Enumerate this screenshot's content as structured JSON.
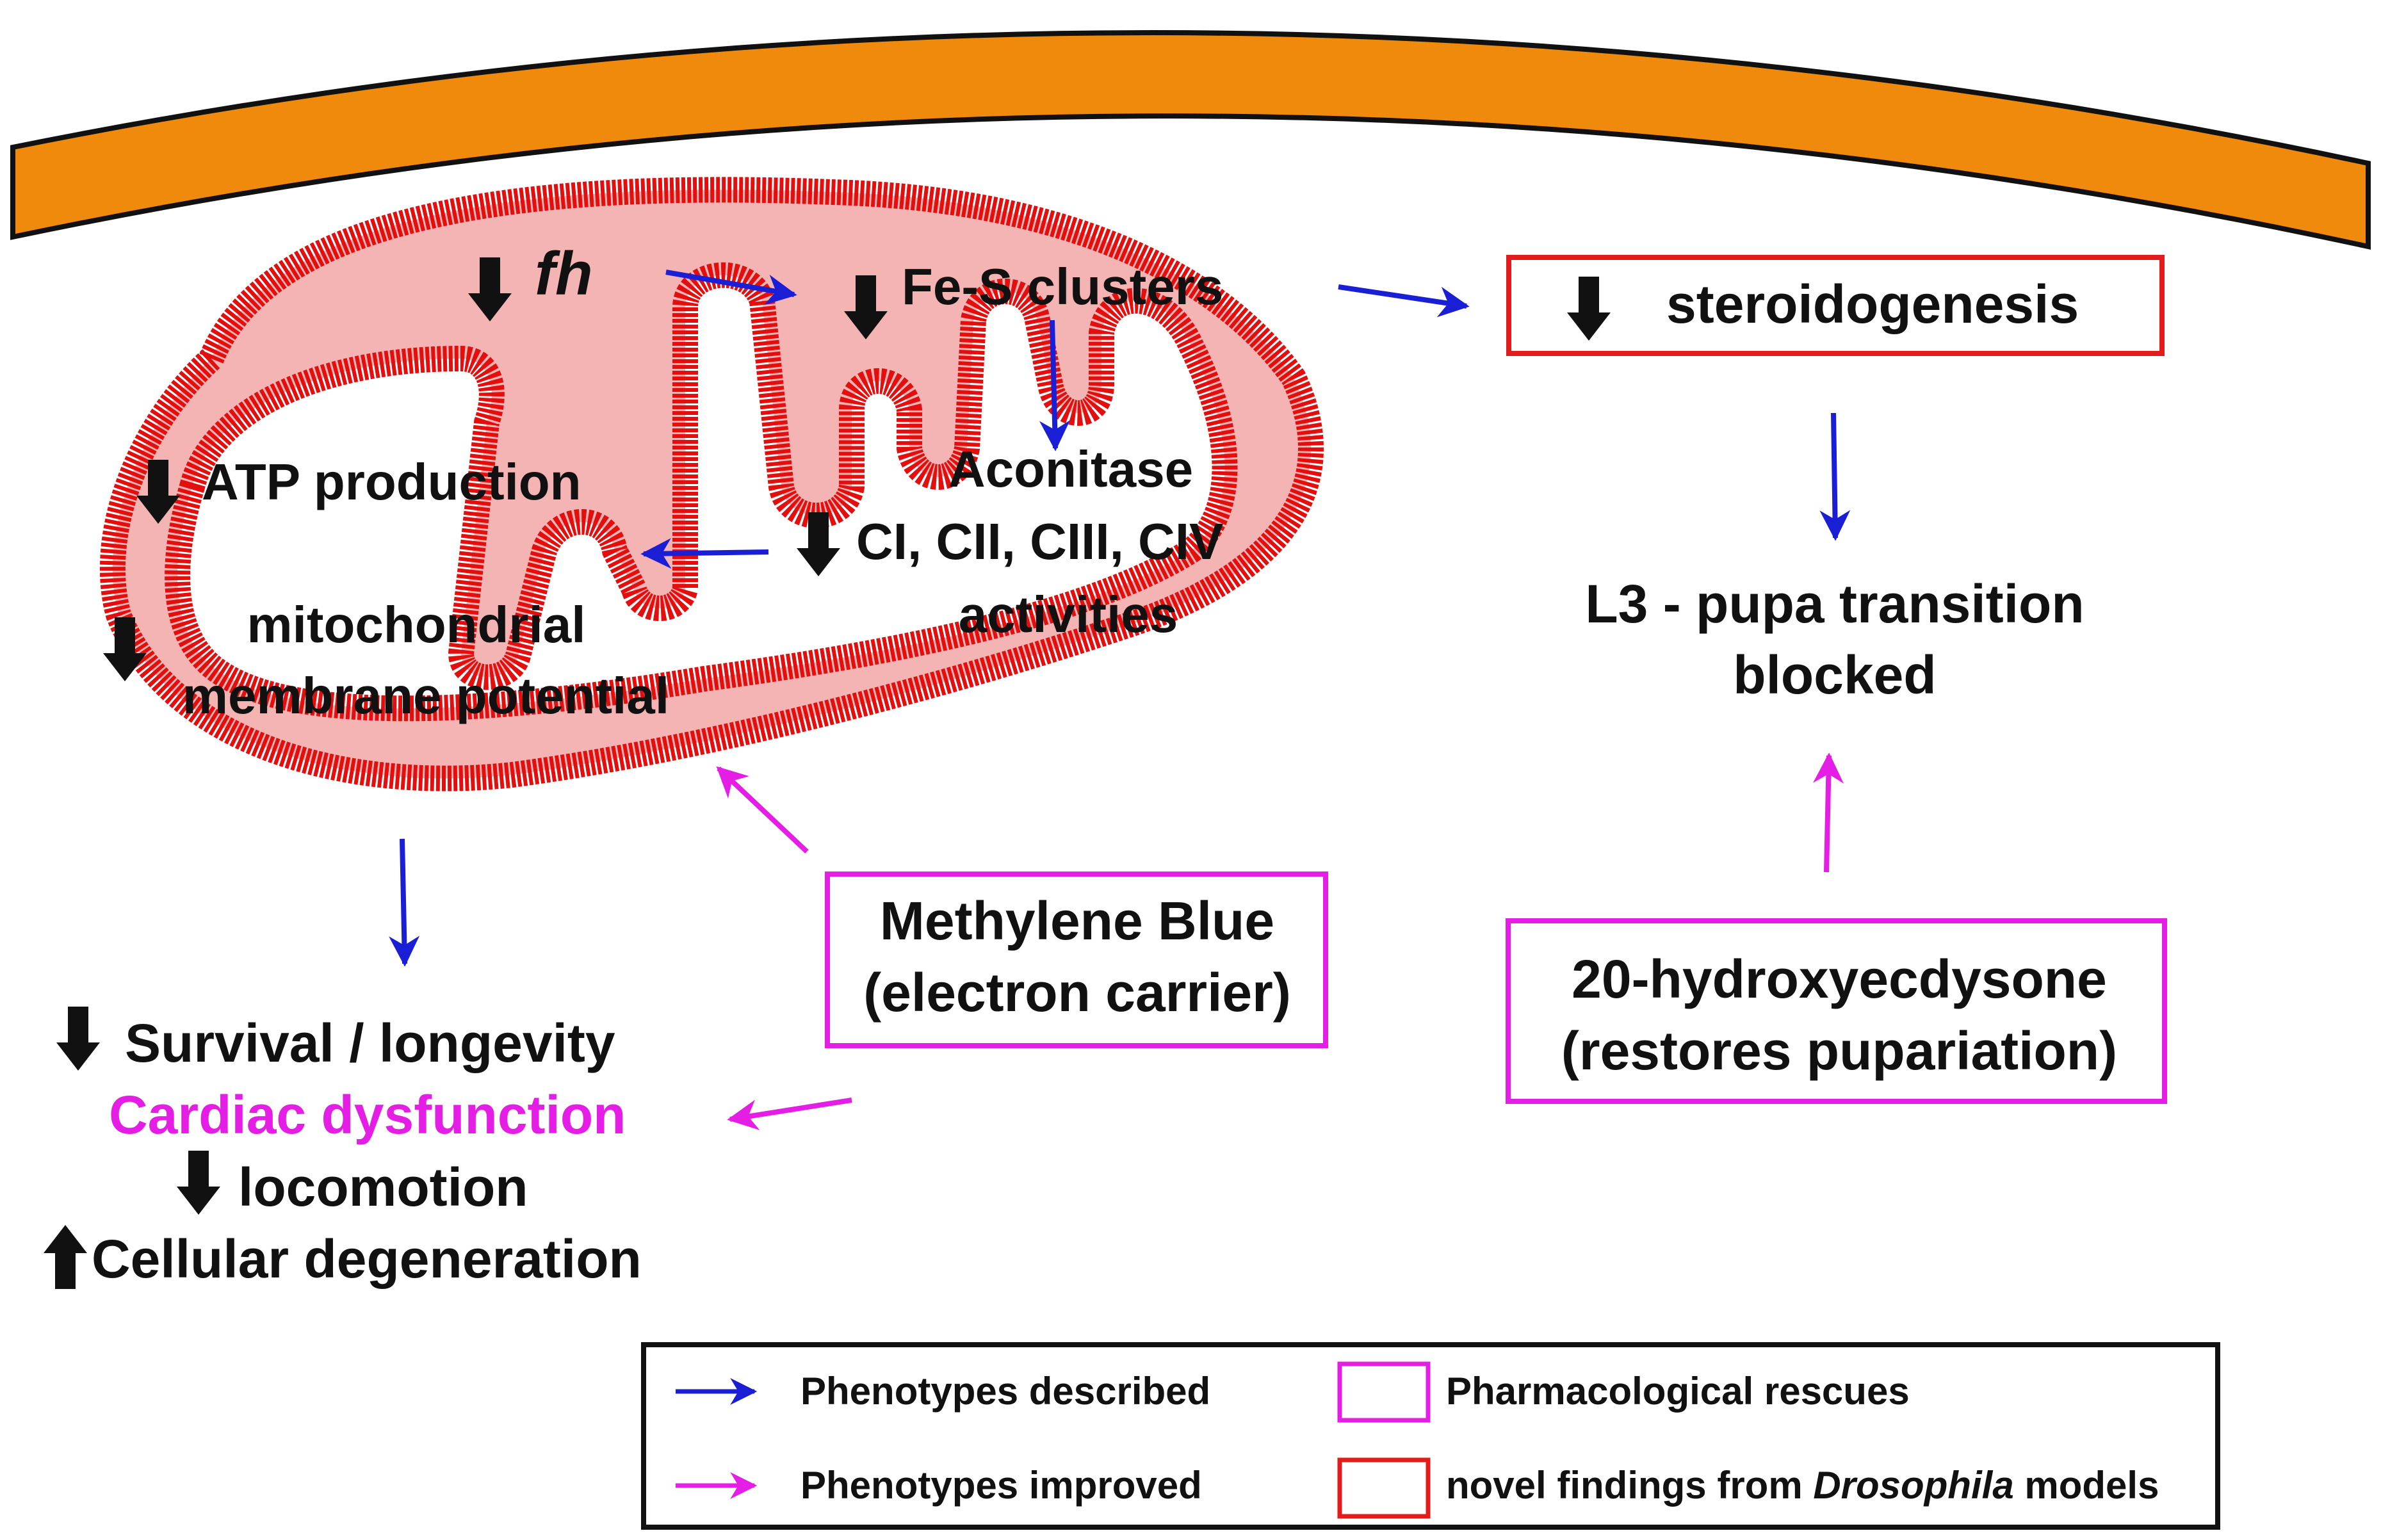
{
  "colors": {
    "described_arrow": "#1a1fd6",
    "improved_arrow": "#e51ee5",
    "rescue_box": "#e51ee5",
    "novel_box": "#e31b1b",
    "membrane_fill": "#f08a0c",
    "mito_red": "#e30f0f",
    "mito_pink": "#f5b4b4"
  },
  "mitochondrion": {
    "gene": "fh",
    "fes": "Fe-S clusters",
    "aconitase": "Aconitase",
    "complexes": "CI, CII, CIII, CIV",
    "activities": "activities",
    "atp": "ATP production",
    "mmp_line1": "mitochondrial",
    "mmp_line2": "membrane potential"
  },
  "steroid": {
    "label": "steroidogenesis"
  },
  "transition": {
    "line1": "L3 - pupa transition",
    "line2": "blocked"
  },
  "methylene_blue": {
    "line1": "Methylene Blue",
    "line2": "(electron carrier)"
  },
  "hydroxyecdysone": {
    "line1": "20-hydroxyecdysone",
    "line2": "(restores pupariation)"
  },
  "phenotypes": {
    "survival": "Survival / longevity",
    "cardiac": "Cardiac dysfunction",
    "locomotion": "locomotion",
    "degeneration": "Cellular degeneration"
  },
  "legend": {
    "described": "Phenotypes described",
    "improved": "Phenotypes improved",
    "rescues": "Pharmacological rescues",
    "novel_pre": "novel findings from ",
    "novel_italic": "Drosophila",
    "novel_post": " models"
  }
}
